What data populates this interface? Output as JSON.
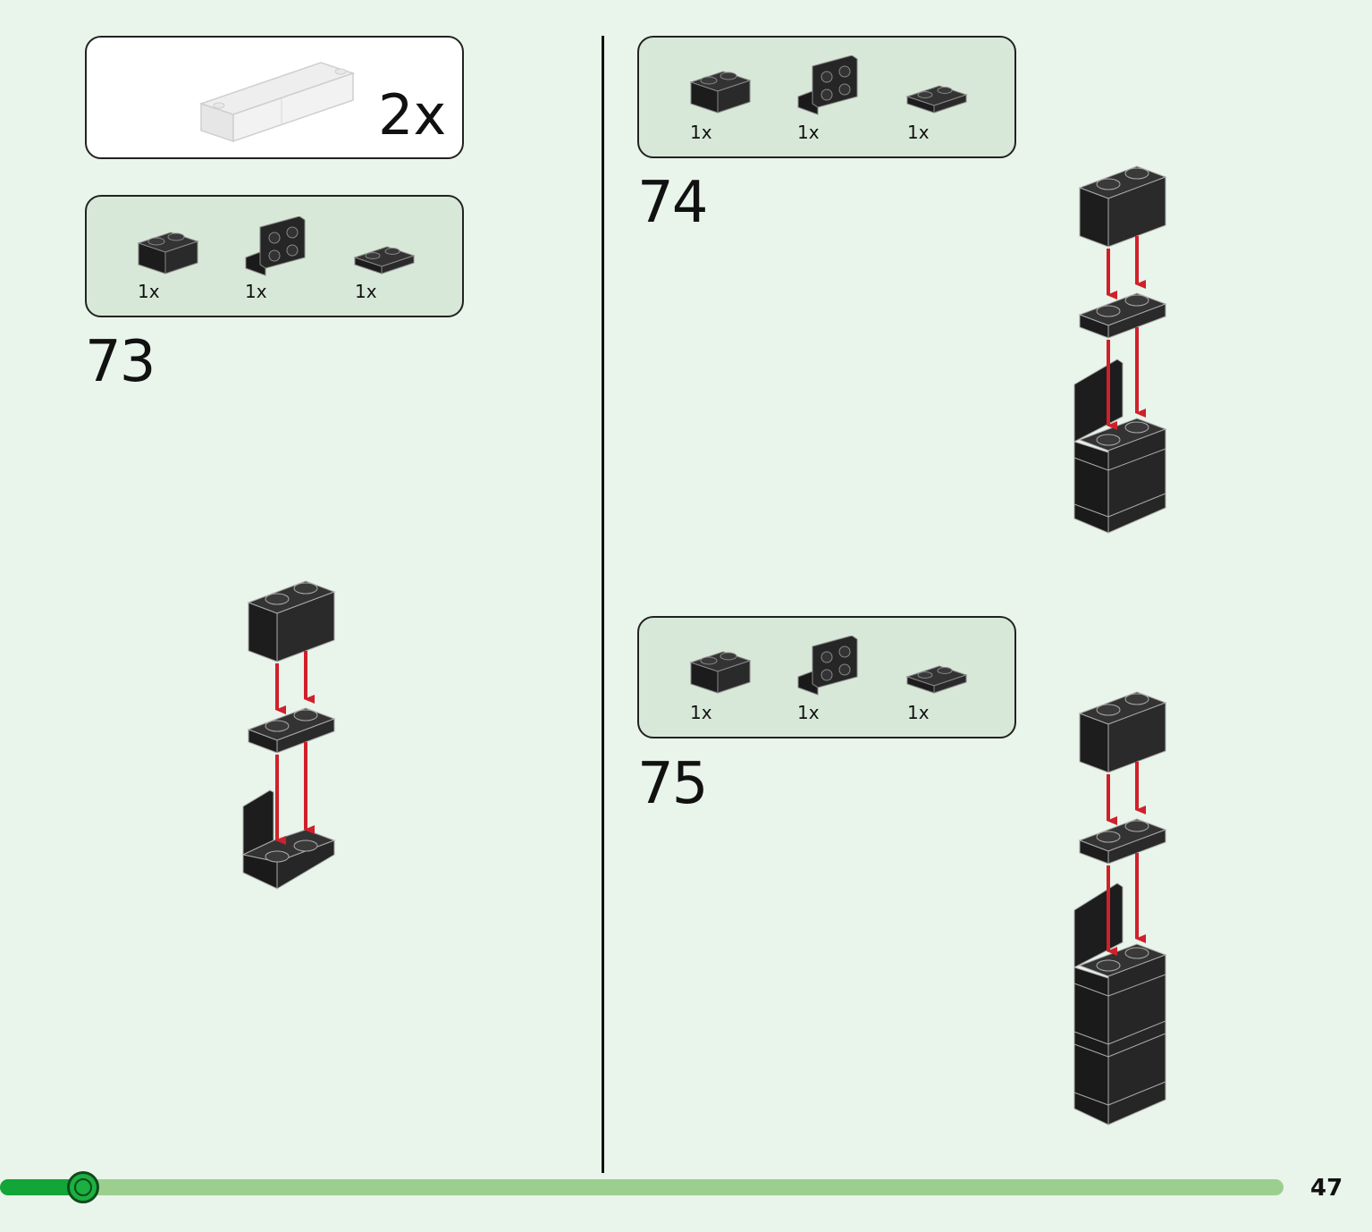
{
  "sub_model_box": {
    "multiplier": "2x"
  },
  "steps": [
    {
      "number": "73",
      "parts": [
        {
          "qty": "1x",
          "icon": "brick-1x2-icon"
        },
        {
          "qty": "1x",
          "icon": "bracket-icon"
        },
        {
          "qty": "1x",
          "icon": "plate-1x2-icon"
        }
      ]
    },
    {
      "number": "74",
      "parts": [
        {
          "qty": "1x",
          "icon": "brick-1x2-icon"
        },
        {
          "qty": "1x",
          "icon": "bracket-icon"
        },
        {
          "qty": "1x",
          "icon": "plate-1x2-icon"
        }
      ]
    },
    {
      "number": "75",
      "parts": [
        {
          "qty": "1x",
          "icon": "brick-1x2-icon"
        },
        {
          "qty": "1x",
          "icon": "bracket-icon"
        },
        {
          "qty": "1x",
          "icon": "plate-1x2-icon"
        }
      ]
    }
  ],
  "progress": {
    "fraction": 0.065
  },
  "page_number": "47",
  "colors": {
    "background": "#e9f4ea",
    "parts_box": "#d8e8d8",
    "arrow": "#d0202a",
    "brick": "#222222",
    "progress_fill": "#12a537",
    "progress_track": "#9bcf8f"
  }
}
